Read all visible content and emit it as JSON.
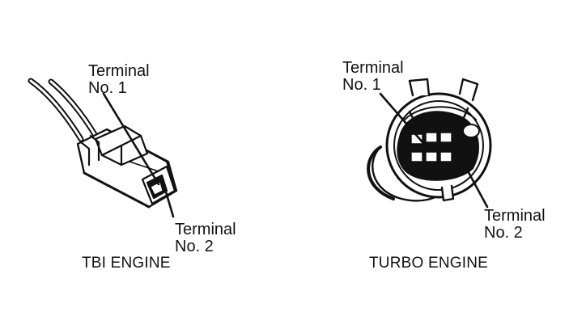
{
  "tbi": {
    "caption": "TBI ENGINE",
    "terminal1": {
      "line1": "Terminal",
      "line2": "No. 1"
    },
    "terminal2": {
      "line1": "Terminal",
      "line2": "No. 2"
    }
  },
  "turbo": {
    "caption": "TURBO ENGINE",
    "terminal1": {
      "line1": "Terminal",
      "line2": "No. 1"
    },
    "terminal2": {
      "line1": "Terminal",
      "line2": "No. 2"
    }
  }
}
